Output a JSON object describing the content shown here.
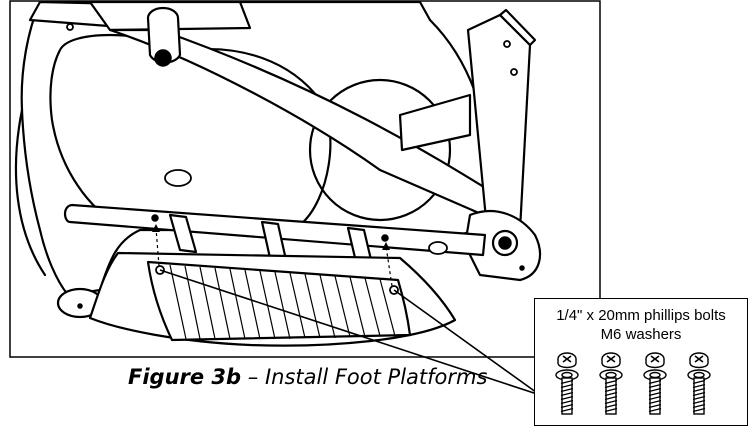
{
  "figure": {
    "number_label": "Figure 3b",
    "separator": " – ",
    "title": "Install Foot Platforms"
  },
  "hardware": {
    "line1": "1/4\" x 20mm phillips bolts",
    "line2": "M6 washers",
    "bolt_count": 4
  }
}
